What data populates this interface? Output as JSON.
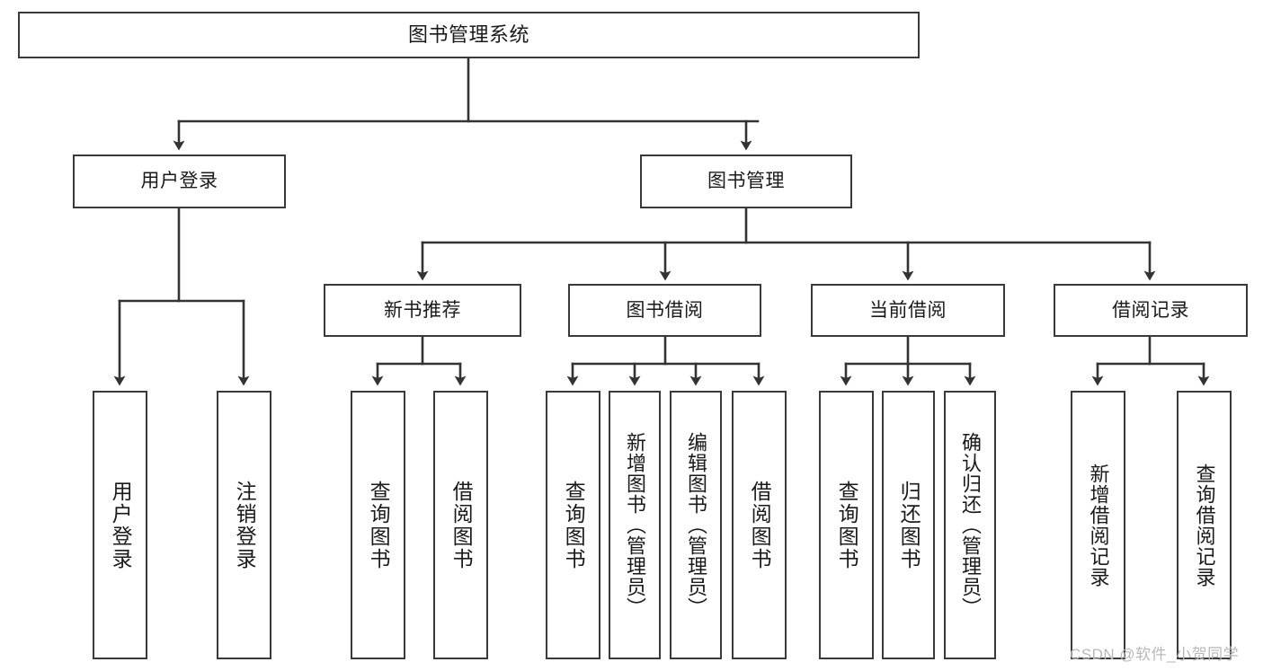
{
  "diagram": {
    "type": "tree",
    "title_node": {
      "id": "root",
      "label": "图书管理系统"
    },
    "level2": [
      {
        "id": "user-login",
        "label": "用户登录"
      },
      {
        "id": "book-management",
        "label": "图书管理"
      }
    ],
    "level3": [
      {
        "id": "new-book-recommend",
        "label": "新书推荐",
        "parent": "book-management"
      },
      {
        "id": "book-borrow",
        "label": "图书借阅",
        "parent": "book-management"
      },
      {
        "id": "current-borrow",
        "label": "当前借阅",
        "parent": "book-management"
      },
      {
        "id": "borrow-record",
        "label": "借阅记录",
        "parent": "book-management"
      }
    ],
    "leaves": [
      {
        "id": "leaf-user-login",
        "label": "用户登录",
        "parent": "user-login"
      },
      {
        "id": "leaf-logout-login",
        "label": "注销登录",
        "parent": "user-login"
      },
      {
        "id": "leaf-query-book-1",
        "label": "查询图书",
        "parent": "new-book-recommend"
      },
      {
        "id": "leaf-borrow-book-1",
        "label": "借阅图书",
        "parent": "new-book-recommend"
      },
      {
        "id": "leaf-query-book-2",
        "label": "查询图书",
        "parent": "book-borrow"
      },
      {
        "id": "leaf-add-book",
        "label": "新增图书（管理员）",
        "parent": "book-borrow"
      },
      {
        "id": "leaf-edit-book",
        "label": "编辑图书（管理员）",
        "parent": "book-borrow"
      },
      {
        "id": "leaf-borrow-book-2",
        "label": "借阅图书",
        "parent": "book-borrow"
      },
      {
        "id": "leaf-query-book-3",
        "label": "查询图书",
        "parent": "current-borrow"
      },
      {
        "id": "leaf-return-book",
        "label": "归还图书",
        "parent": "current-borrow"
      },
      {
        "id": "leaf-confirm-return",
        "label": "确认归还（管理员）",
        "parent": "current-borrow"
      },
      {
        "id": "leaf-add-borrow-record",
        "label": "新增借阅记录",
        "parent": "borrow-record"
      },
      {
        "id": "leaf-query-borrow-record",
        "label": "查询借阅记录",
        "parent": "borrow-record"
      }
    ],
    "colors": {
      "box_border": "#3a3a3a",
      "box_fill": "#ffffff",
      "connector": "#333333",
      "text": "#1a1a1a",
      "watermark": "#b9b9b9"
    }
  },
  "watermark": {
    "text": "CSDN @软件_小贺同学"
  }
}
